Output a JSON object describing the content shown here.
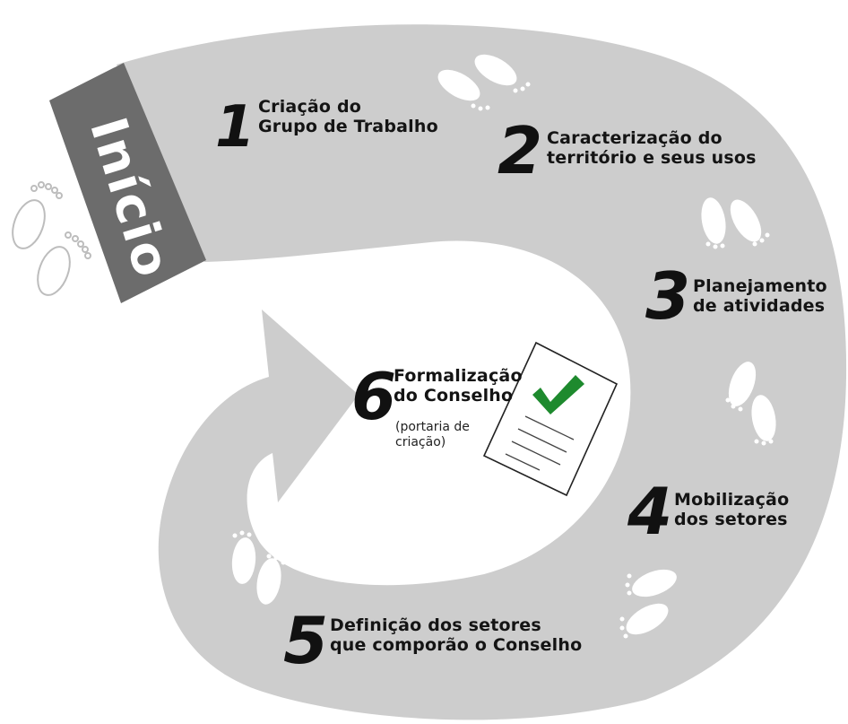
{
  "start_label": "Início",
  "steps": [
    {
      "number": "1",
      "line1": "Criação do",
      "line2": "Grupo de Trabalho"
    },
    {
      "number": "2",
      "line1": "Caracterização do",
      "line2": "território e seus usos"
    },
    {
      "number": "3",
      "line1": "Planejamento",
      "line2": "de atividades"
    },
    {
      "number": "4",
      "line1": "Mobilização",
      "line2": "dos setores"
    },
    {
      "number": "5",
      "line1": "Definição dos setores",
      "line2": "que comporão o Conselho"
    },
    {
      "number": "6",
      "line1": "Formalização",
      "line2": "do Conselho",
      "note1": "(portaria de",
      "note2": "criação)"
    }
  ],
  "colors": {
    "path": "#cdcdcd",
    "start_block": "#6c6c6c",
    "check": "#1e8a2e",
    "text": "#141414"
  }
}
